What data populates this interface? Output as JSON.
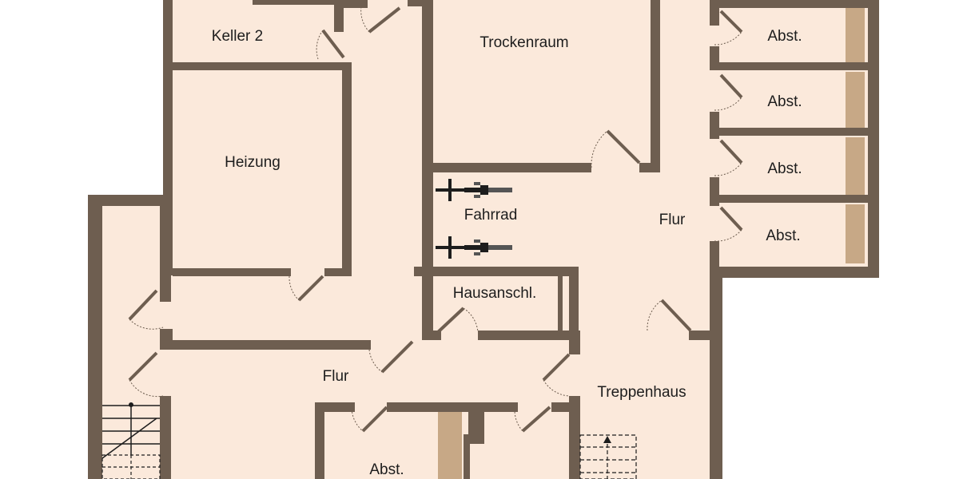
{
  "colors": {
    "wall": "#6e5e50",
    "floor": "#fbe9db",
    "shelf": "#c7a886",
    "door": "#6e5e50",
    "stair": "#1d1d1d"
  },
  "rooms": {
    "keller2": "Keller 2",
    "trockenraum": "Trockenraum",
    "heizung": "Heizung",
    "fahrrad": "Fahrrad",
    "flur_right": "Flur",
    "flur_bottom": "Flur",
    "hausanschl": "Hausanschl.",
    "treppenhaus": "Treppenhaus",
    "abst1": "Abst.",
    "abst2": "Abst.",
    "abst3": "Abst.",
    "abst4": "Abst.",
    "abst_bottom": "Abst."
  },
  "icons": {
    "bicycle": "bicycle-icon",
    "stairs_arrow": "up-arrow-icon"
  }
}
